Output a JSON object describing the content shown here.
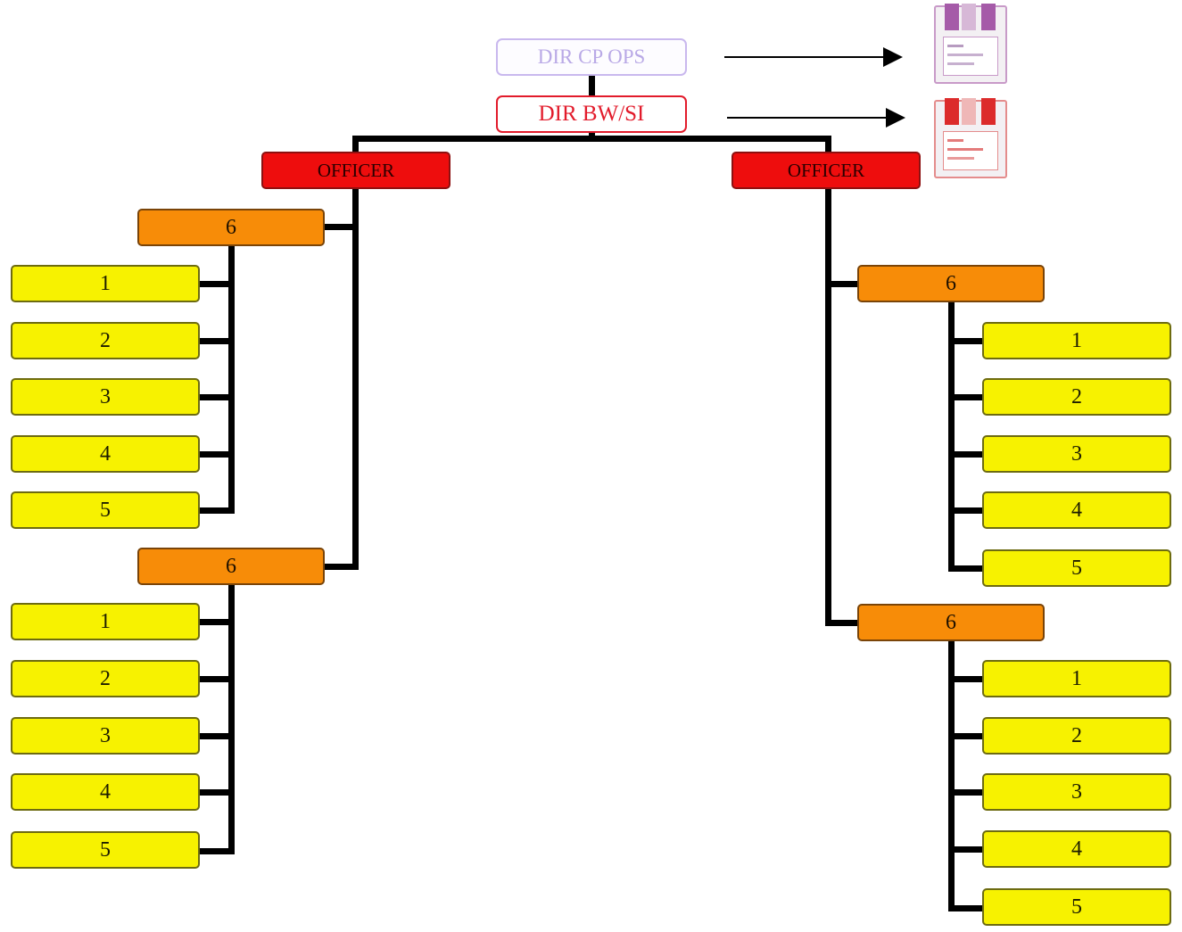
{
  "header": {
    "top_box_1": "DIR CP OPS",
    "top_box_2": "DIR BW/SI"
  },
  "officers": {
    "left": "OFFICER",
    "right": "OFFICER"
  },
  "groups": {
    "left_upper": {
      "lead": "6",
      "members": [
        "1",
        "2",
        "3",
        "4",
        "5"
      ]
    },
    "left_lower": {
      "lead": "6",
      "members": [
        "1",
        "2",
        "3",
        "4",
        "5"
      ]
    },
    "right_upper": {
      "lead": "6",
      "members": [
        "1",
        "2",
        "3",
        "4",
        "5"
      ]
    },
    "right_lower": {
      "lead": "6",
      "members": [
        "1",
        "2",
        "3",
        "4",
        "5"
      ]
    }
  },
  "icons": {
    "top_icon": "document-stack-icon",
    "bottom_icon": "document-stack-icon"
  },
  "colors": {
    "top_box_1": "#c9b8ee",
    "top_box_2": "#e21b2b",
    "officer": "#ee0d0d",
    "lead": "#f78c08",
    "member": "#f7f200",
    "connector": "#000000"
  }
}
